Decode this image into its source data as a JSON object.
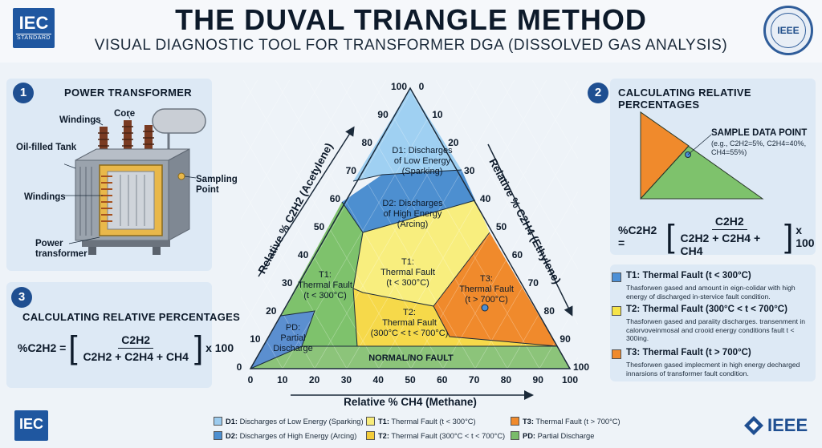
{
  "header": {
    "title": "THE DUVAL TRIANGLE METHOD",
    "subtitle": "VISUAL DIAGNOSTIC TOOL FOR TRANSFORMER DGA (DISSOLVED GAS ANALYSIS)",
    "iec_logo": "IEC",
    "iec_logo_sub": "STANDARD",
    "ieee_seal": "IEEE"
  },
  "panel1": {
    "number": "1",
    "title": "POWER TRANSFORMER",
    "labels": {
      "core": "Core",
      "windings_top": "Windings",
      "oil_tank": "Oil-filled Tank",
      "sampling_point": "Sampling Point",
      "windings_side": "Windings",
      "power_transformer": "Power transformer"
    }
  },
  "panel2": {
    "number": "2",
    "title": "CALCULATING RELATIVE PERCENTAGES",
    "sample_title": "SAMPLE DATA POINT",
    "sample_detail": "(e.g., C2H2=5%, C2H4=40%, CH4=55%)",
    "formula": {
      "lhs": "%C2H2 =",
      "num": "C2H2",
      "den": "C2H2 + C2H4 + CH4",
      "mult": "x 100"
    }
  },
  "panel3": {
    "number": "3",
    "title": "CALCULATING RELATIVE PERCENTAGES",
    "formula": {
      "lhs": "%C2H2 =",
      "num": "C2H2",
      "den": "C2H2 + C2H4 + CH4",
      "mult": "x 100"
    }
  },
  "triangle": {
    "left_axis": "Relative % C2H2 (Acetylene)",
    "right_axis": "Relative % C2H4 (Ethylene)",
    "bottom_axis": "Relative % CH4 (Methane)",
    "ticks": [
      "0",
      "10",
      "20",
      "30",
      "40",
      "50",
      "60",
      "70",
      "80",
      "90",
      "100"
    ],
    "zones": {
      "D1": [
        "D1: Discharges",
        "of Low Energy",
        "(Sparking)"
      ],
      "D2": [
        "D2: Discharges",
        "of High Energy",
        "(Arcing)"
      ],
      "T1_left": [
        "T1:",
        "Thermal Fault",
        "(t < 300°C)"
      ],
      "T1_center": [
        "T1:",
        "Thermal Fault",
        "(t < 300°C)"
      ],
      "T2": [
        "T2:",
        "Thermal Fault",
        "(300°C < t < 700°C)"
      ],
      "T3": [
        "T3:",
        "Thermal Fault",
        "(t > 700°C)"
      ],
      "PD": [
        "PD:",
        "Partial",
        "Discharge"
      ],
      "NORMAL": [
        "NORMAL/NO FAULT"
      ]
    }
  },
  "fault_legend": [
    {
      "head": "T1: Thermal Fault (t < 300°C)",
      "desc": "Thasforwen gased and amount in eign-colidar with high energy of discharged in-stervice fault condition.",
      "color": "#4b8fd6"
    },
    {
      "head": "T2: Thermal Fault (300°C < t < 700°C)",
      "desc": "Thasforwen gased and paraiity discharges. transenment in calorvoveinmosal and crooid energy conditions fault t < 300ing.",
      "color": "#f6e44a"
    },
    {
      "head": "T3: Thermal Fault (t > 700°C)",
      "desc": "Thesforwen gased implecment in high energy decharged innarsions of transformer fault condition.",
      "color": "#f08a2c"
    }
  ],
  "bottom_legend": [
    {
      "code": "D1:",
      "text": "Discharges of Low Energy (Sparking)",
      "color": "#9ccbee"
    },
    {
      "code": "D2:",
      "text": "Discharges of High Energy (Arcing)",
      "color": "#4d8fd0"
    },
    {
      "code": "T1:",
      "text": "Thermal Fault (t < 300°C)",
      "color": "#f8ec7a"
    },
    {
      "code": "T2:",
      "text": "Thermal Fault (300°C < t < 700°C)",
      "color": "#f3cc3a"
    },
    {
      "code": "T3:",
      "text": "Thermal Fault (t > 700°C)",
      "color": "#f08a2c"
    },
    {
      "code": "PD:",
      "text": "Partial Discharge",
      "color": "#79bb6a"
    }
  ],
  "footer": {
    "iec_logo": "IEC",
    "ieee_logo": "IEEE"
  },
  "colors": {
    "D1": "#9fd0f2",
    "D2": "#4d8fd0",
    "T1": "#f8ee7e",
    "T2": "#f6d94a",
    "T3": "#f08a2c",
    "PD": "#5b8fd0",
    "normal": "#8cc47a",
    "T1_left": "#7ec26c"
  }
}
